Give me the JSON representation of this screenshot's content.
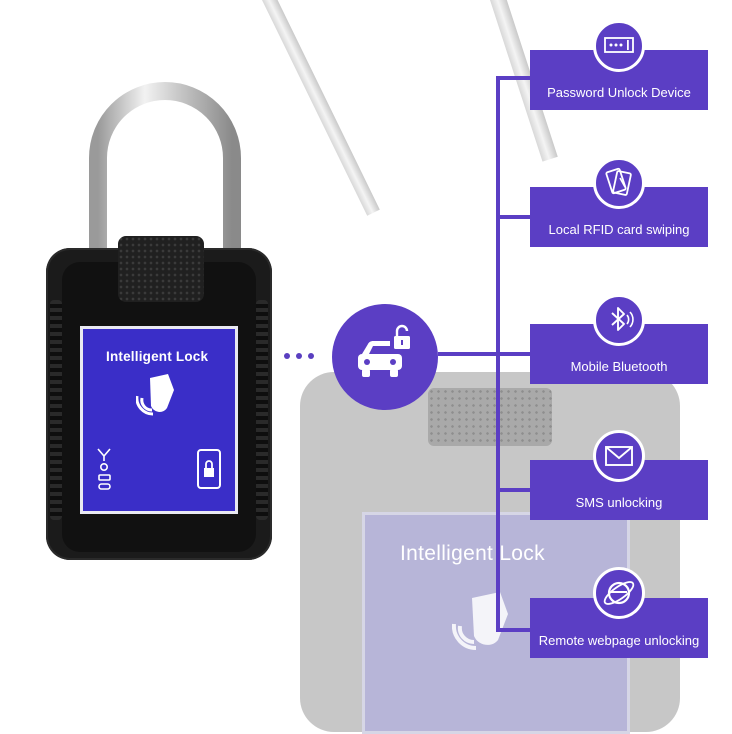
{
  "colors": {
    "accent": "#5b3ec4",
    "screen": "#3a2ec8",
    "lock_body": "#1b1b1b"
  },
  "lock": {
    "screen_title": "Intelligent Lock",
    "icons": [
      "rfid-hand-icon",
      "antenna-icon",
      "location-icon",
      "battery-icon",
      "link-icon",
      "phone-lock-icon"
    ]
  },
  "background_lock": {
    "screen_title": "Intelligent Lock"
  },
  "center_badge": {
    "icon": "car-unlock-icon"
  },
  "features": [
    {
      "label": "Password Unlock Device",
      "icon": "password-icon"
    },
    {
      "label": "Local RFID card swiping",
      "icon": "rfid-card-icon"
    },
    {
      "label": "Mobile Bluetooth",
      "icon": "bluetooth-icon"
    },
    {
      "label": "SMS unlocking",
      "icon": "envelope-icon"
    },
    {
      "label": "Remote webpage unlocking",
      "icon": "globe-icon"
    }
  ]
}
